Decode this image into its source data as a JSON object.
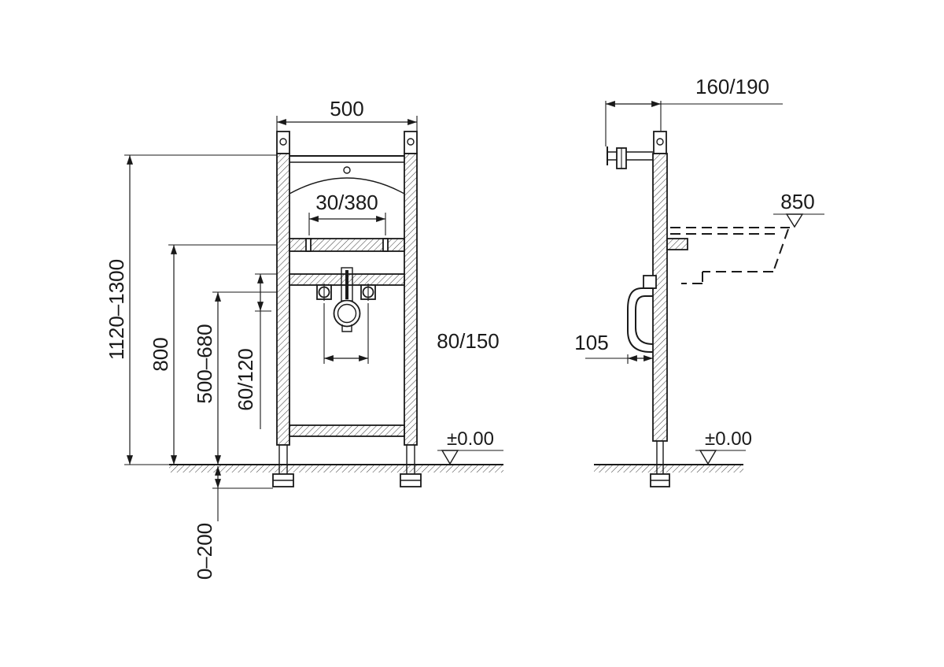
{
  "colors": {
    "ink": "#1a1a1a",
    "background": "#ffffff"
  },
  "front_view": {
    "width": "500",
    "tap_rail_span": "30/380",
    "overall_height": "1120–1300",
    "rim_height": "800",
    "fixing_height": "500–680",
    "drain_offset": "60/120",
    "bolt_spacing": "80/150",
    "foot_adjustment": "0–200",
    "floor_level": "±0.00"
  },
  "side_view": {
    "frame_depth": "160/190",
    "basin_height": "850",
    "trap_offset": "105",
    "floor_level": "±0.00"
  }
}
